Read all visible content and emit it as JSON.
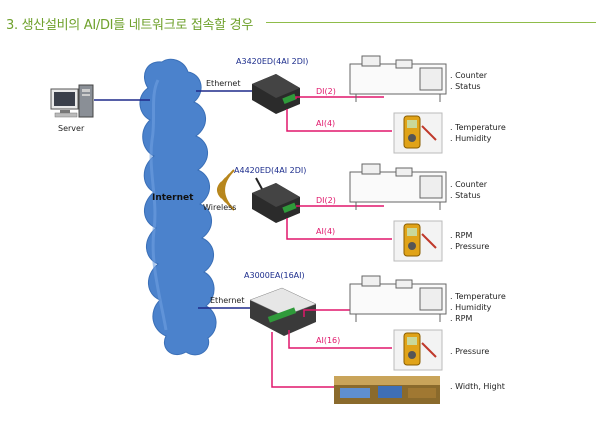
{
  "title": "3. 생산설비의 AI/DI를 네트워크로 접속할 경우",
  "nodes": {
    "server": "Server",
    "internet": "Internet",
    "wireless": "Wireless"
  },
  "links": {
    "ethernet_top": "Ethernet",
    "ethernet_bottom": "Ethernet",
    "di_1": "DI(2)",
    "ai_1": "AI(4)",
    "di_2": "DI(2)",
    "ai_2": "AI(4)",
    "ai_3": "AI(16)"
  },
  "devices": {
    "d1": "A3420ED(4AI 2DI)",
    "d2": "A4420ED(4AI 2DI)",
    "d3": "A3000EA(16AI)"
  },
  "outputs": {
    "o1": [
      ". Counter",
      ". Status"
    ],
    "o2": [
      ". Temperature",
      ". Humidity"
    ],
    "o3": [
      ". Counter",
      ". Status"
    ],
    "o4": [
      ". RPM",
      ". Pressure"
    ],
    "o5": [
      ". Temperature",
      ". Humidity",
      ". RPM"
    ],
    "o6": [
      ". Pressure"
    ],
    "o7": [
      ". Width, Hight"
    ]
  },
  "colors": {
    "title": "#6fa12c",
    "ethernet_line": "#1f2a8a",
    "signal_line": "#e0176b",
    "cloud": "#4a7fc9"
  }
}
